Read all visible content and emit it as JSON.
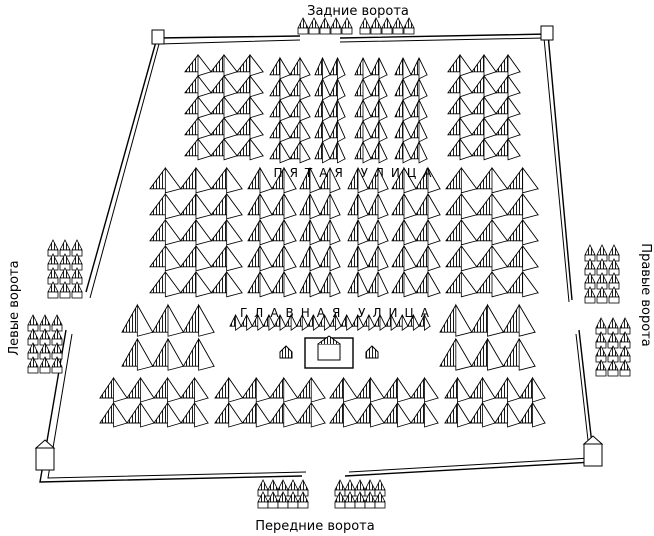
{
  "gates": {
    "rear": "Задние ворота",
    "front": "Передние ворота",
    "left": "Левые ворота",
    "right": "Правые ворота"
  },
  "streets": {
    "fifth": "ПЯТАЯ УЛИЦА",
    "main": "ГЛАВНАЯ УЛИЦА"
  },
  "colors": {
    "ink": "#000000",
    "paper": "#ffffff"
  }
}
